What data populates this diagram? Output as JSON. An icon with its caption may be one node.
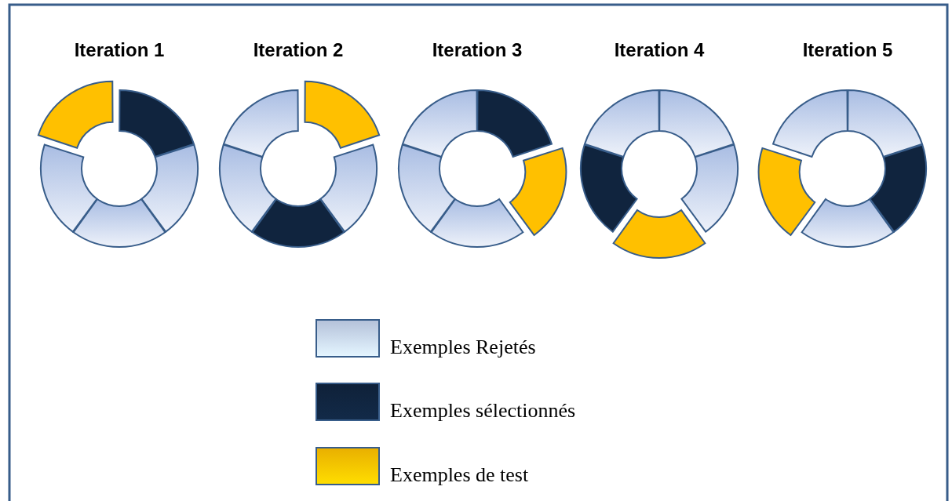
{
  "diagram": {
    "nodes": [
      {
        "text": [
          "Iteration 1"
        ]
      },
      {
        "text": [
          "Iteration 2"
        ]
      },
      {
        "text": [
          "Iteration 3"
        ]
      },
      {
        "text": [
          "Iteration 4"
        ]
      },
      {
        "text": [
          "Iteration 5"
        ]
      }
    ],
    "legend": [
      {
        "text": "Exemples Rejetés",
        "color": "#c6d4ee"
      },
      {
        "text": "Exemples sélectionnés",
        "color": "#10243e"
      },
      {
        "text": "Exemples de test",
        "color": "#ffc000"
      }
    ]
  }
}
